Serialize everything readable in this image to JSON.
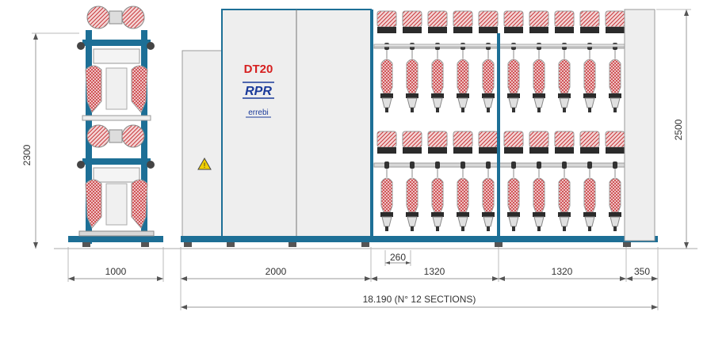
{
  "machine": {
    "model": "DT20",
    "brand": "RPR",
    "maker": "errebi"
  },
  "dimensions": {
    "side_height": "2300",
    "front_height": "2500",
    "side_width": "1000",
    "head_width": "2000",
    "spindle_pitch": "260",
    "section_a": "1320",
    "section_b": "1320",
    "end_width": "350",
    "total_length": "18.190 (N° 12 SECTIONS)"
  },
  "colors": {
    "frame_blue": "#1d6f96",
    "package_red": "#c8383c",
    "panel_grey": "#eeeeee",
    "line_grey": "#888888",
    "dark": "#2b2b2b"
  },
  "icons": {
    "warning": "electrical-hazard-icon"
  }
}
